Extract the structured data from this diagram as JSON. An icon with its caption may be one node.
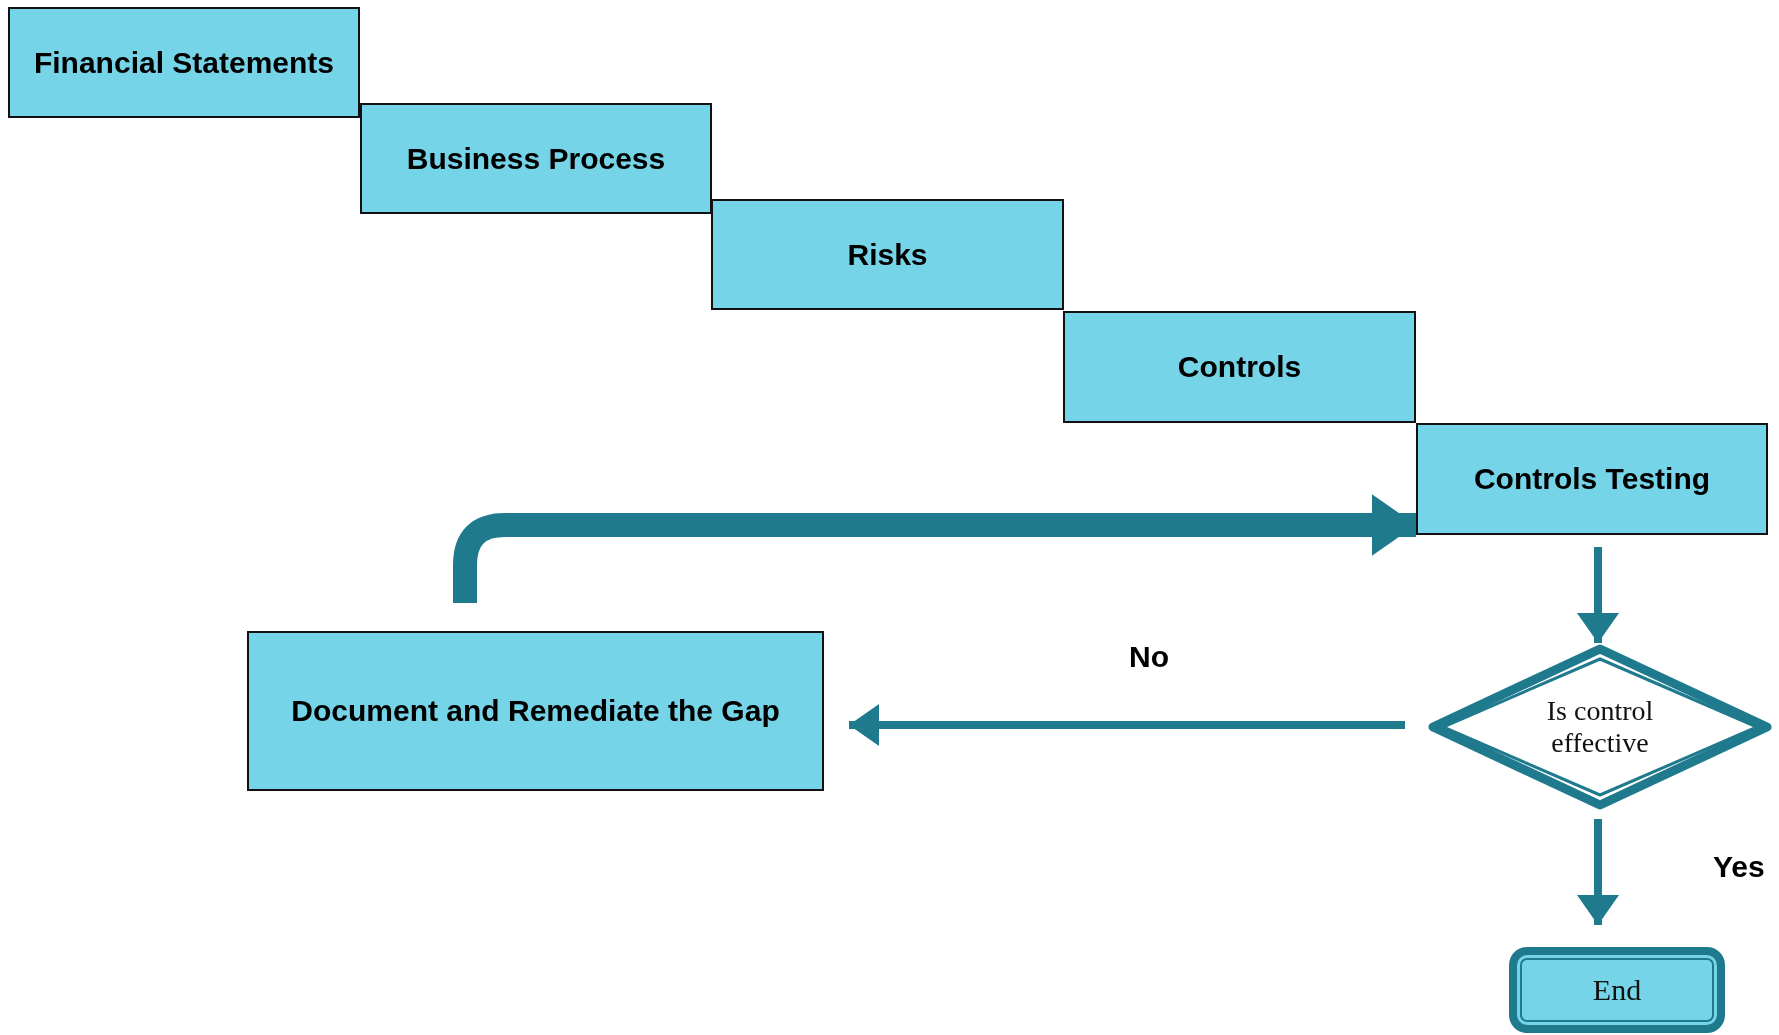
{
  "diagram": {
    "nodes": [
      {
        "text": [
          "Financial Statements"
        ]
      },
      {
        "text": [
          "Business Process"
        ]
      },
      {
        "text": [
          "Risks"
        ]
      },
      {
        "text": [
          "Controls"
        ]
      },
      {
        "text": [
          "Controls Testing"
        ]
      },
      {
        "text": [
          "Document and Remediate the Gap"
        ]
      },
      {
        "text": [
          "Is control effective"
        ]
      },
      {
        "text": [
          "End"
        ]
      }
    ],
    "edges": [
      {
        "from": 5,
        "to": 4,
        "arrow": "to",
        "style": "thick"
      },
      {
        "from": 4,
        "to": 6,
        "arrow": "to"
      },
      {
        "from": 6,
        "to": 5,
        "arrow": "to",
        "label": "No"
      },
      {
        "from": 6,
        "to": 7,
        "arrow": "to",
        "label": "Yes"
      }
    ]
  }
}
